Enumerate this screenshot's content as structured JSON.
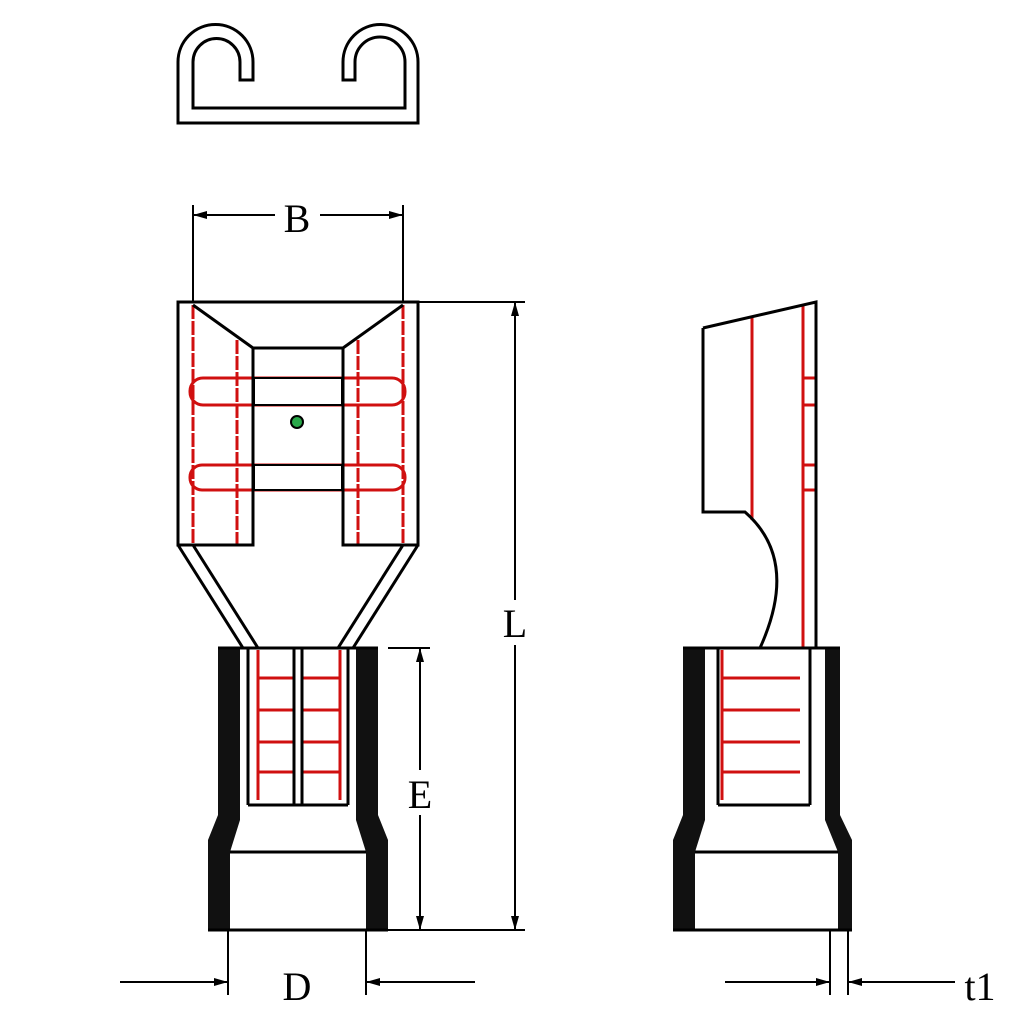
{
  "dimensions": {
    "B": "B",
    "L": "L",
    "E": "E",
    "D": "D",
    "t1": "t1"
  },
  "colors": {
    "outline": "#000000",
    "hidden_lines": "#d01010",
    "marker_dot": "#2aa84a"
  }
}
